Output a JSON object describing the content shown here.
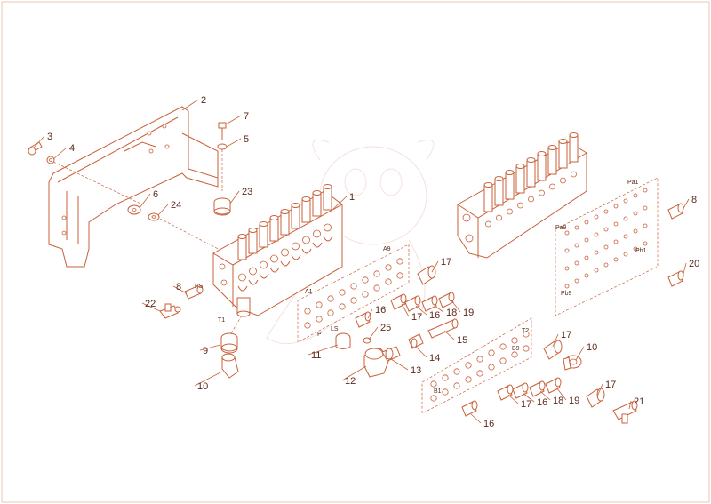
{
  "colors": {
    "line": "#c9603a",
    "text": "#5a2a1a",
    "background": "#ffffff",
    "frame": "#e8c7b6"
  },
  "part_labels": [
    {
      "id": "p3",
      "text": "3"
    },
    {
      "id": "p4",
      "text": "4"
    },
    {
      "id": "p2",
      "text": "2"
    },
    {
      "id": "p7",
      "text": "7"
    },
    {
      "id": "p5",
      "text": "5"
    },
    {
      "id": "p6",
      "text": "6"
    },
    {
      "id": "p24",
      "text": "24"
    },
    {
      "id": "p23",
      "text": "23"
    },
    {
      "id": "p1",
      "text": "1"
    },
    {
      "id": "p8a",
      "text": "8"
    },
    {
      "id": "p22",
      "text": "22"
    },
    {
      "id": "p9",
      "text": "9"
    },
    {
      "id": "p10a",
      "text": "10"
    },
    {
      "id": "p17a",
      "text": "17"
    },
    {
      "id": "p16a",
      "text": "16"
    },
    {
      "id": "p17b",
      "text": "17"
    },
    {
      "id": "p16b",
      "text": "16"
    },
    {
      "id": "p18a",
      "text": "18"
    },
    {
      "id": "p19a",
      "text": "19"
    },
    {
      "id": "p25",
      "text": "25"
    },
    {
      "id": "p15",
      "text": "15"
    },
    {
      "id": "p11",
      "text": "11"
    },
    {
      "id": "p14",
      "text": "14"
    },
    {
      "id": "p12",
      "text": "12"
    },
    {
      "id": "p13",
      "text": "13"
    },
    {
      "id": "p17c",
      "text": "17"
    },
    {
      "id": "p10b",
      "text": "10"
    },
    {
      "id": "p17d",
      "text": "17"
    },
    {
      "id": "p16c",
      "text": "16"
    },
    {
      "id": "p18b",
      "text": "18"
    },
    {
      "id": "p19b",
      "text": "19"
    },
    {
      "id": "p17e",
      "text": "17"
    },
    {
      "id": "p21",
      "text": "21"
    },
    {
      "id": "p16d",
      "text": "16"
    },
    {
      "id": "p8b",
      "text": "8"
    },
    {
      "id": "p20",
      "text": "20"
    }
  ],
  "port_labels": [
    {
      "id": "ps",
      "text": "PS"
    },
    {
      "id": "t1",
      "text": "T1"
    },
    {
      "id": "a9",
      "text": "A9"
    },
    {
      "id": "a1",
      "text": "A1"
    },
    {
      "id": "p",
      "text": "P"
    },
    {
      "id": "ls",
      "text": "LS"
    },
    {
      "id": "b9",
      "text": "B9"
    },
    {
      "id": "t2",
      "text": "T2"
    },
    {
      "id": "b1",
      "text": "B1"
    },
    {
      "id": "pa1",
      "text": "Pa1"
    },
    {
      "id": "pa9",
      "text": "Pa9"
    },
    {
      "id": "pb1",
      "text": "Pb1"
    },
    {
      "id": "pb9",
      "text": "Pb9"
    }
  ]
}
